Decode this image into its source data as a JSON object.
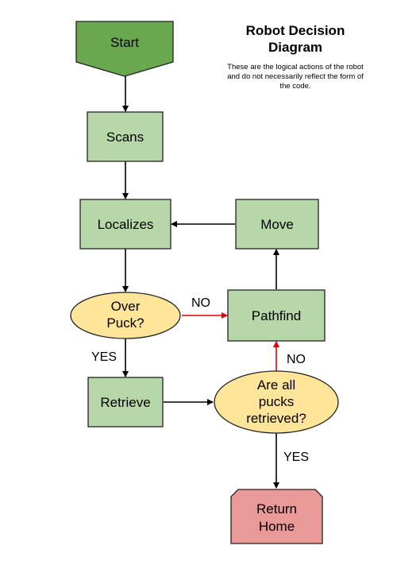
{
  "title": "Robot Decision Diagram",
  "subtitle": "These are the logical actions of the robot and do not necessarily reflect the form of the code.",
  "nodes": {
    "start": {
      "lines": [
        "Start"
      ]
    },
    "scans": {
      "lines": [
        "Scans"
      ]
    },
    "localizes": {
      "lines": [
        "Localizes"
      ]
    },
    "move": {
      "lines": [
        "Move"
      ]
    },
    "over_puck": {
      "lines": [
        "Over",
        "Puck?"
      ]
    },
    "pathfind": {
      "lines": [
        "Pathfind"
      ]
    },
    "retrieve": {
      "lines": [
        "Retrieve"
      ]
    },
    "all_retrieved": {
      "lines": [
        "Are all",
        "pucks",
        "retrieved?"
      ]
    },
    "return_home": {
      "lines": [
        "Return",
        "Home"
      ]
    }
  },
  "edge_labels": {
    "over_puck_no": "NO",
    "over_puck_yes": "YES",
    "all_retrieved_no": "NO",
    "all_retrieved_yes": "YES"
  },
  "colors": {
    "start_fill": "#6aa84f",
    "process_fill": "#b6d7a8",
    "decision_fill": "#ffe599",
    "end_fill": "#ea9999",
    "no_arrow": "#e00000",
    "arrow": "#000000"
  }
}
